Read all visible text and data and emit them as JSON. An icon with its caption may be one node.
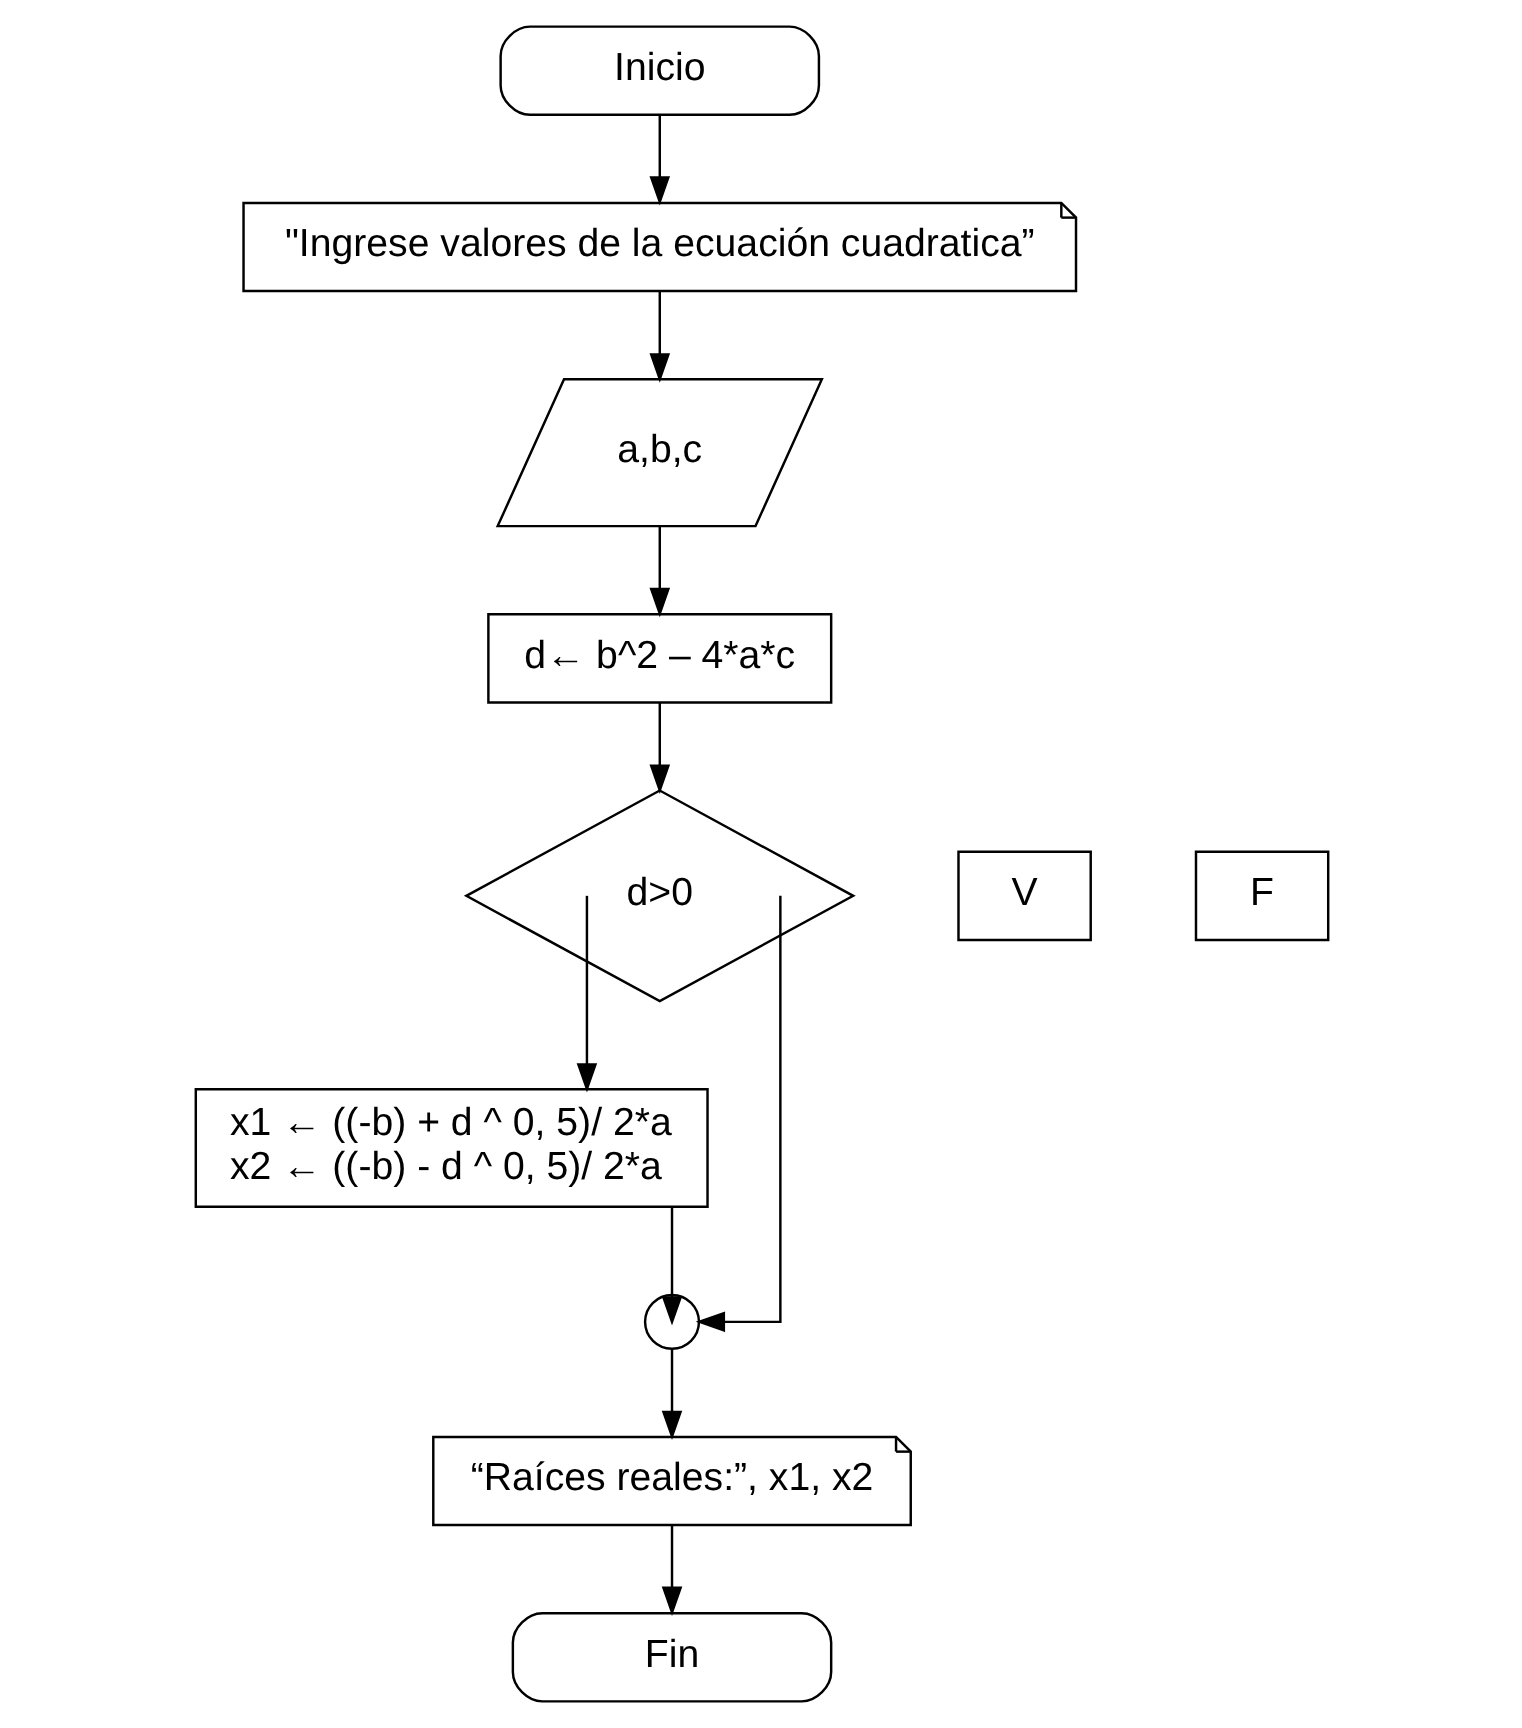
{
  "diagram": {
    "nodes": [
      {
        "text": [
          "Inicio"
        ]
      },
      {
        "text": [
          "\"Ingrese valores de la ecuación cuadratica”"
        ]
      },
      {
        "text": [
          "a,b,c"
        ]
      },
      {
        "text": [
          "d← b^2 – 4*a*c"
        ]
      },
      {
        "text": [
          "d>0"
        ]
      },
      {
        "text": [
          "V"
        ]
      },
      {
        "text": [
          "F"
        ]
      },
      {
        "text": [
          "x1 ← ((-b) + d ^ 0, 5)/ 2*a",
          "x2 ← ((-b) - d ^ 0, 5)/ 2*a"
        ]
      },
      {
        "text": [],
        "shape": "circle"
      },
      {
        "text": [
          "“Raíces reales:”, x1, x2"
        ]
      },
      {
        "text": [
          "Fin"
        ]
      }
    ],
    "edges": [
      {
        "from": 0,
        "to": 1,
        "arrow": "to"
      },
      {
        "from": 1,
        "to": 2,
        "arrow": "to"
      },
      {
        "from": 2,
        "to": 3,
        "arrow": "to"
      },
      {
        "from": 3,
        "to": 4,
        "arrow": "to"
      },
      {
        "from": 4,
        "to": 7,
        "arrow": "to"
      },
      {
        "from": 4,
        "to": 8,
        "arrow": "to"
      },
      {
        "from": 7,
        "to": 8,
        "arrow": "to"
      },
      {
        "from": 8,
        "to": 9,
        "arrow": "to"
      },
      {
        "from": 9,
        "to": 10,
        "arrow": "to"
      }
    ]
  }
}
